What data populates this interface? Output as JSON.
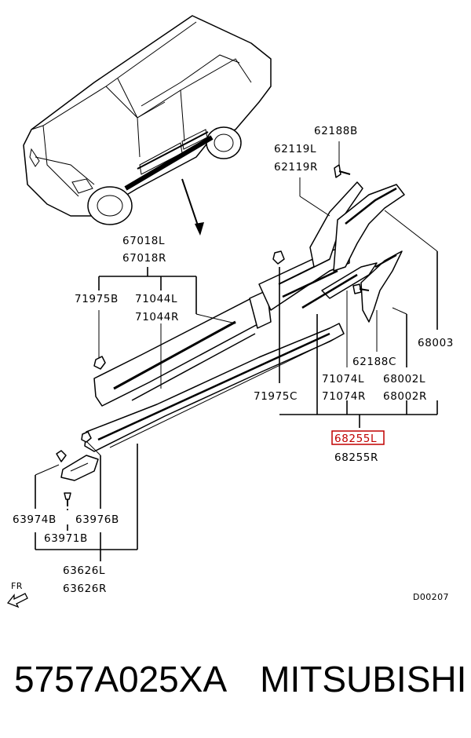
{
  "labels": {
    "p62188B_top": "62188B",
    "p62119L": "62119L",
    "p62119R": "62119R",
    "p67018L": "67018L",
    "p67018R": "67018R",
    "p71975B": "71975B",
    "p71044L": "71044L",
    "p71044R": "71044R",
    "p68003": "68003",
    "p62188C": "62188C",
    "p71074L": "71074L",
    "p71074R": "71074R",
    "p68002L": "68002L",
    "p68002R": "68002R",
    "p71975C": "71975C",
    "p68255L": "68255L",
    "p68255R": "68255R",
    "p63974B": "63974B",
    "p63976B": "63976B",
    "p63971B": "63971B",
    "p63626L": "63626L",
    "p63626R": "63626R",
    "fr": "FR",
    "diagram_code": "D00207"
  },
  "highlight_color": "#c00000",
  "caption": {
    "part_number": "5757A025XA",
    "brand": "MITSUBISHI"
  }
}
